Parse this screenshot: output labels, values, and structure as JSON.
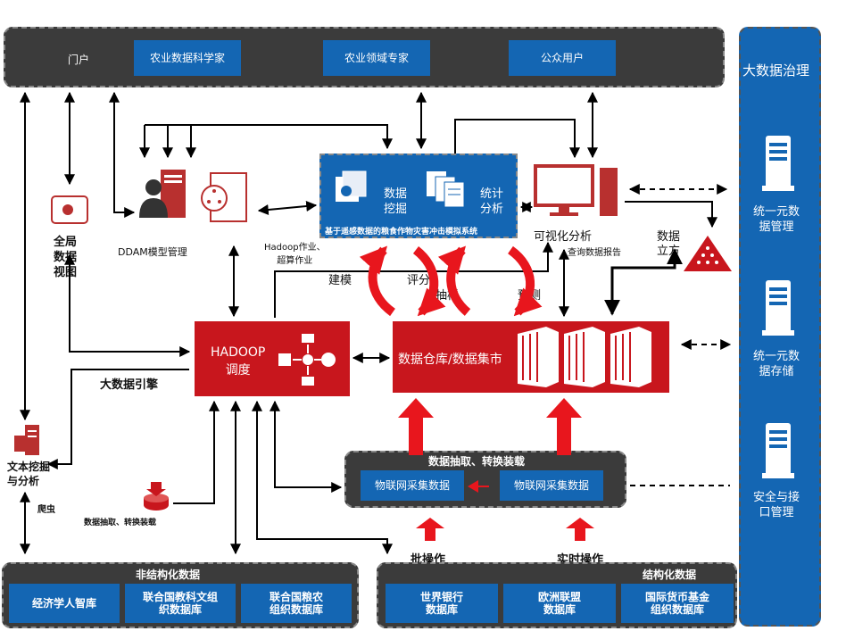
{
  "portal": {
    "label": "门户",
    "users": [
      "农业数据科学家",
      "农业领域专家",
      "公众用户"
    ]
  },
  "governance": {
    "title": "大数据治理",
    "items": [
      "统一元数\n据管理",
      "统一元数\n据存储",
      "安全与接\n口管理"
    ]
  },
  "system": {
    "title": "基于遥感数据的粮食作物灾害冲击模拟系统",
    "mining": "数据\n挖掘",
    "stats": "统计\n分析"
  },
  "ddam": "DDAM模型管理",
  "hadoop_job": "Hadoop作业、\n超算作业",
  "global_view": "全局\n数据\n视图",
  "visual": "可视化分析",
  "query_report": "查询数据报告",
  "cube": "数据\n立方",
  "flows": {
    "modeling": "建模",
    "scoring": "评分",
    "sampling": "抽样",
    "prediction": "预测"
  },
  "hadoop": {
    "name": "HADOOP\n调度"
  },
  "bigdata_engine": "大数据引擎",
  "warehouse": "数据仓库/数据集市",
  "etl": {
    "title": "数据抽取、转换装载",
    "box1": "物联网采集数据",
    "box2": "物联网采集数据"
  },
  "text_mining": "文本挖掘\n与分析",
  "crawler": "爬虫",
  "etl_small": "数据抽取、转换装载",
  "batch": "批操作",
  "realtime": "实时操作",
  "unstructured": {
    "title": "非结构化数据",
    "items": [
      "经济学人智库",
      "联合国教科文组\n织数据库",
      "联合国粮农\n组织数据库"
    ]
  },
  "structured": {
    "title": "结构化数据",
    "items": [
      "世界银行\n数据库",
      "欧洲联盟\n数据库",
      "国际货币基金\n组织数据库"
    ]
  }
}
